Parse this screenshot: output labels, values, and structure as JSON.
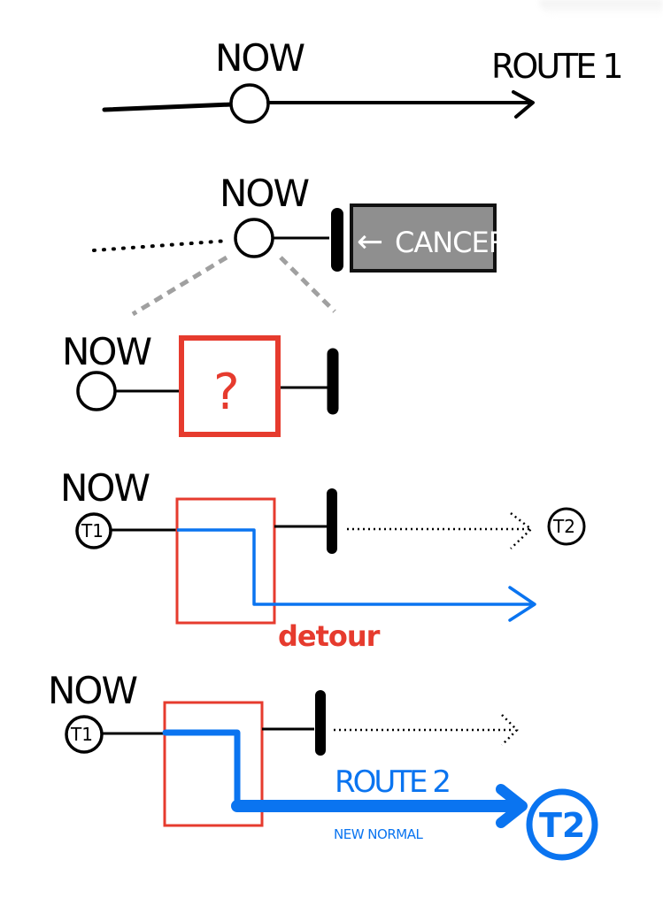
{
  "title": "Route 1 vs Route 2 timeline diagram",
  "colors": {
    "ink": "#000000",
    "red": "#e63b2e",
    "blue": "#0a74f0",
    "grey_box": "#8f8f8f",
    "grey_dash": "#a0a0a0"
  },
  "panel1": {
    "now_label": "NOW",
    "route_label": "ROUTE 1"
  },
  "panel2": {
    "now_label": "NOW",
    "blocker_label": "CANCER",
    "arrow_glyph": "←"
  },
  "panel3": {
    "now_label": "NOW",
    "unknown_glyph": "?"
  },
  "panel4": {
    "now_label": "NOW",
    "start_node": "T1",
    "end_node": "T2",
    "detour_label": "detour"
  },
  "panel5": {
    "now_label": "NOW",
    "start_node": "T1",
    "end_node": "T2",
    "route_label": "ROUTE 2",
    "sub_label": "NEW NORMAL"
  }
}
